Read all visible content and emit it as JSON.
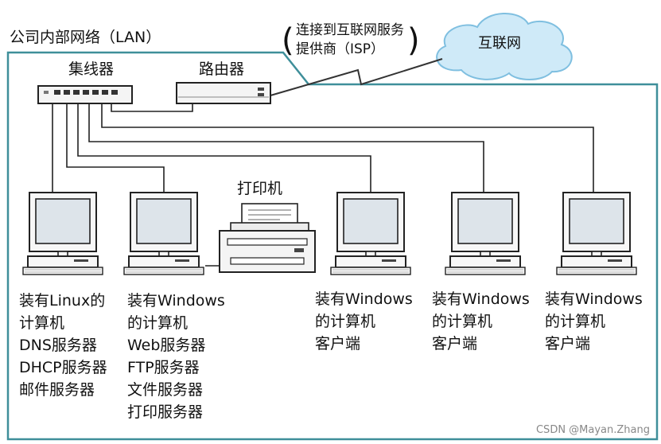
{
  "lan_label": "公司内部网络（LAN）",
  "isp_label": [
    "连接到互联网服务",
    "提供商（ISP）"
  ],
  "internet_label": "互联网",
  "hub_label": "集线器",
  "router_label": "路由器",
  "printer_label": "打印机",
  "computers": [
    {
      "lines": [
        "装有Linux的",
        "计算机",
        "DNS服务器",
        "DHCP服务器",
        "邮件服务器"
      ]
    },
    {
      "lines": [
        "装有Windows",
        "的计算机",
        "Web服务器",
        "FTP服务器",
        "文件服务器",
        "打印服务器"
      ]
    },
    {
      "lines": [
        "装有Windows",
        "的计算机",
        "客户端"
      ]
    },
    {
      "lines": [
        "装有Windows",
        "的计算机",
        "客户端"
      ]
    },
    {
      "lines": [
        "装有Windows",
        "的计算机",
        "客户端"
      ]
    }
  ],
  "watermark": "CSDN @Mayan.Zhang",
  "colors": {
    "lan_border": "#3f8f9a",
    "cloud_fill": "#cfeaf8",
    "cloud_stroke": "#7fbfe0",
    "screen_fill": "#dde4ea"
  }
}
